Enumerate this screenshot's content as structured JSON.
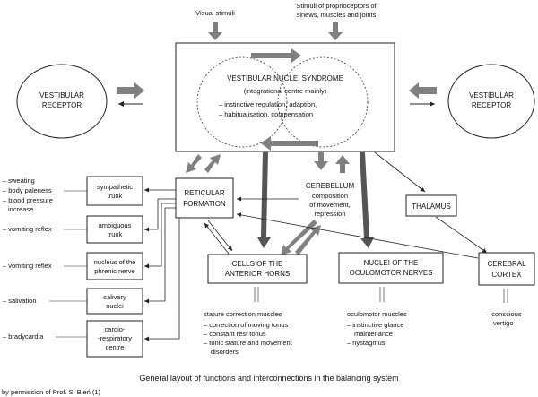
{
  "top": {
    "visual_stimuli": "Visual stimuli",
    "proprio_line1": "Stimuli of proprioceptors of",
    "proprio_line2": "sinews, muscles and joints"
  },
  "vestibular_left": {
    "line1": "VESTIBULAR",
    "line2": "RECEPTOR"
  },
  "vestibular_right": {
    "line1": "VESTIBULAR",
    "line2": "RECEPTOR"
  },
  "nuclei_syndrome": {
    "title": "VESTIBULAR NUCLEI SYNDROME",
    "subtitle": "(integrational centre mainly)",
    "item1": "– instinctive regulation, adaption,",
    "item2": "– habitualisation, compensation"
  },
  "cerebellum": {
    "title": "CEREBELLUM",
    "line1": "composition",
    "line2": "of movement,",
    "line3": "repression"
  },
  "reticular": {
    "line1": "RETICULAR",
    "line2": "FORMATION"
  },
  "thalamus": "THALAMUS",
  "anterior_horns": {
    "line1": "CELLS OF THE",
    "line2": "ANTERIOR HORNS"
  },
  "oculomotor": {
    "line1": "NUCLEI OF THE",
    "line2": "OCULOMOTOR NERVES"
  },
  "cortex": {
    "line1": "CEREBRAL",
    "line2": "CORTEX"
  },
  "autonomic": [
    {
      "line1": "sympathetic",
      "line2": "trunk",
      "line3": ""
    },
    {
      "line1": "ambiguous",
      "line2": "trunk",
      "line3": ""
    },
    {
      "line1": "nucleus of the",
      "line2": "phrenic nerve",
      "line3": ""
    },
    {
      "line1": "salivary",
      "line2": "nuclei",
      "line3": ""
    },
    {
      "line1": "cardio-",
      "line2": "-respiratory",
      "line3": "centre"
    }
  ],
  "symptoms": {
    "sweating": "– sweating",
    "paleness": "– body paleness",
    "bp1": "– blood pressure",
    "bp2": "increase",
    "vomit1": "– vomiting reflex",
    "vomit2": "– vomiting reflex",
    "salivation": "– salivation",
    "bradycardia": "– bradycardia"
  },
  "stature": {
    "title": "stature correction muscles",
    "l1": "– correction of moving tonus",
    "l2": "– constant rest tonus",
    "l3": "– tonic stature and movement",
    "l4": "disorders"
  },
  "oculo_muscles": {
    "title": "oculomotor muscles",
    "l1": "– instinctive glance",
    "l2": "maintenance",
    "l3": "– nystagmus"
  },
  "cortex_notes": {
    "l1": "– conscious",
    "l2": "vertigo"
  },
  "caption": "General layout of functions and interconnections in the balancing system",
  "credit": "by permission of Prof. S. Bień (1)",
  "colors": {
    "arrow_fill": "#808080",
    "line": "#222222"
  }
}
